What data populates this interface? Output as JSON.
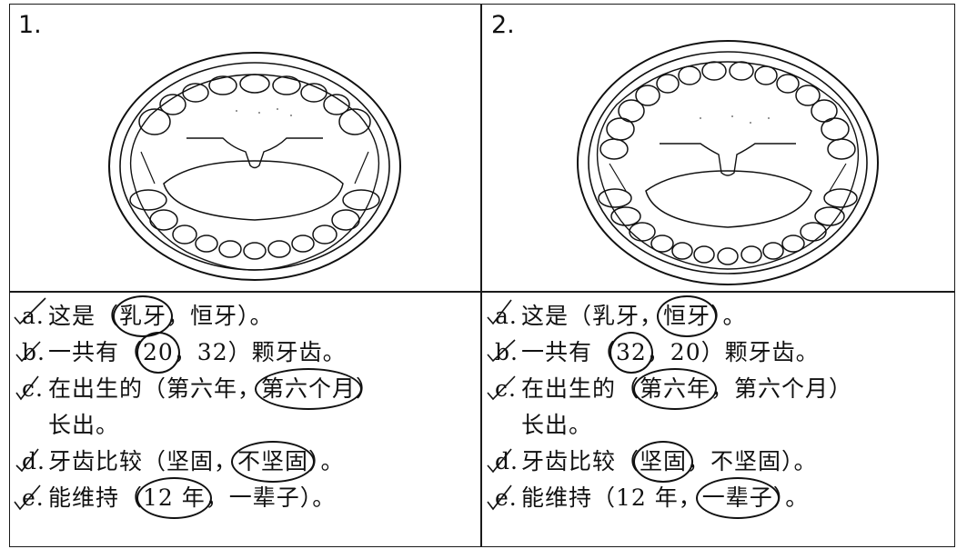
{
  "worksheet": {
    "left": {
      "number": "1.",
      "questions": [
        {
          "letter": "a.",
          "pre": "这是（",
          "opts": [
            "乳牙",
            "恒牙"
          ],
          "sep": "，",
          "post": "）。",
          "circled": 0
        },
        {
          "letter": "b.",
          "pre": "一共有（",
          "opts": [
            "20",
            "32"
          ],
          "sep": "，",
          "post": "）颗牙齿。",
          "circled": 0
        },
        {
          "letter": "c.",
          "pre": "在出生的（",
          "opts": [
            "第六年",
            "第六个月"
          ],
          "sep": "，",
          "post": "）",
          "circled": 1
        },
        {
          "letter": "",
          "pre": "长出。",
          "opts": [],
          "sep": "",
          "post": "",
          "circled": -1
        },
        {
          "letter": "d.",
          "pre": "牙齿比较（",
          "opts": [
            "坚固",
            "不坚固"
          ],
          "sep": "，",
          "post": "）。",
          "circled": 1
        },
        {
          "letter": "e.",
          "pre": "能维持（",
          "opts": [
            "12 年",
            "一辈子"
          ],
          "sep": "，",
          "post": "）。",
          "circled": 0
        }
      ]
    },
    "right": {
      "number": "2.",
      "questions": [
        {
          "letter": "a.",
          "pre": "这是（",
          "opts": [
            "乳牙",
            "恒牙"
          ],
          "sep": "，",
          "post": "）。",
          "circled": 1
        },
        {
          "letter": "b.",
          "pre": "一共有（",
          "opts": [
            "32",
            "20"
          ],
          "sep": "，",
          "post": "）颗牙齿。",
          "circled": 0
        },
        {
          "letter": "c.",
          "pre": "在出生的（",
          "opts": [
            "第六年",
            "第六个月"
          ],
          "sep": "，",
          "post": "）",
          "circled": 0
        },
        {
          "letter": "",
          "pre": "长出。",
          "opts": [],
          "sep": "",
          "post": "",
          "circled": -1
        },
        {
          "letter": "d.",
          "pre": "牙齿比较（",
          "opts": [
            "坚固",
            "不坚固"
          ],
          "sep": "，",
          "post": "）。",
          "circled": 0
        },
        {
          "letter": "e.",
          "pre": "能维持（",
          "opts": [
            "12 年",
            "一辈子"
          ],
          "sep": "，",
          "post": "）。",
          "circled": 1
        }
      ]
    }
  }
}
